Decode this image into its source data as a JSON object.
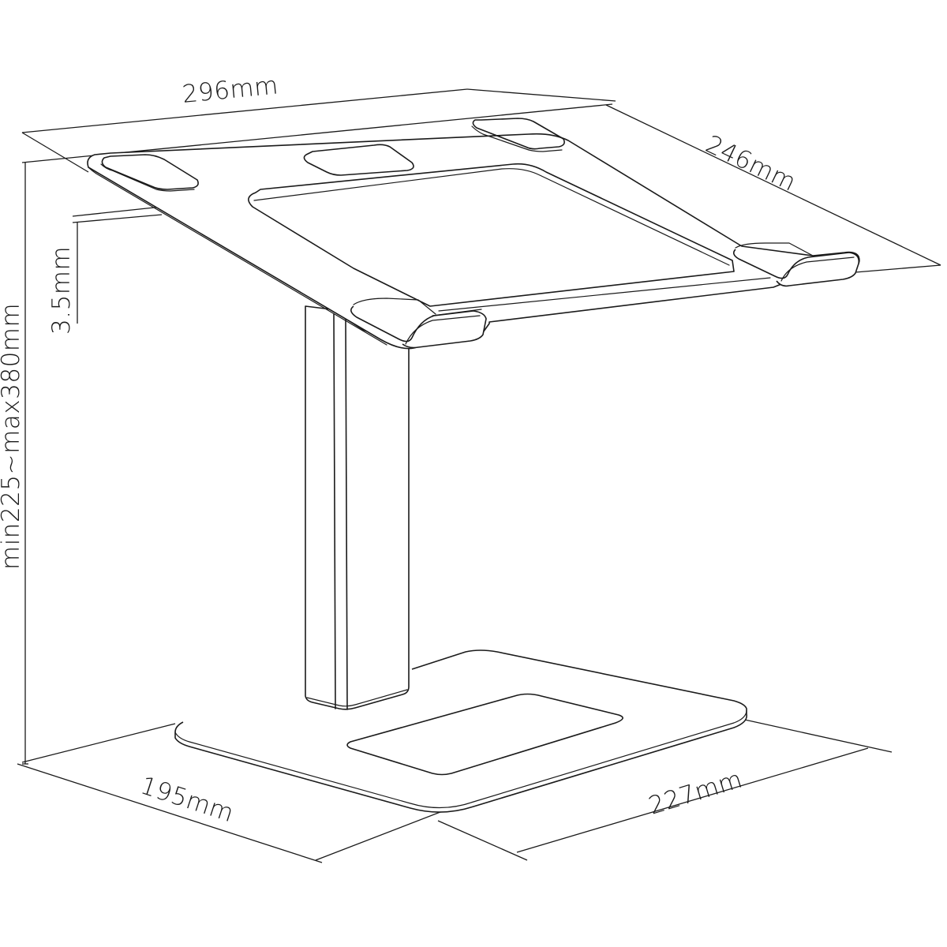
{
  "diagram": {
    "subject": "laptop-stand",
    "line_color": "#1a1a1a",
    "background": "#ffffff",
    "dimensions": {
      "top_width": "296mm",
      "top_depth": "246mm",
      "height_range": "min225~max380mm",
      "platform_thickness": "3.5mm",
      "base_depth": "195mm",
      "base_width": "227mm"
    },
    "parts": [
      "platform",
      "front-lip-left",
      "front-lip-right",
      "rubber-pads",
      "telescoping-column",
      "base-plate",
      "base-pad"
    ]
  }
}
